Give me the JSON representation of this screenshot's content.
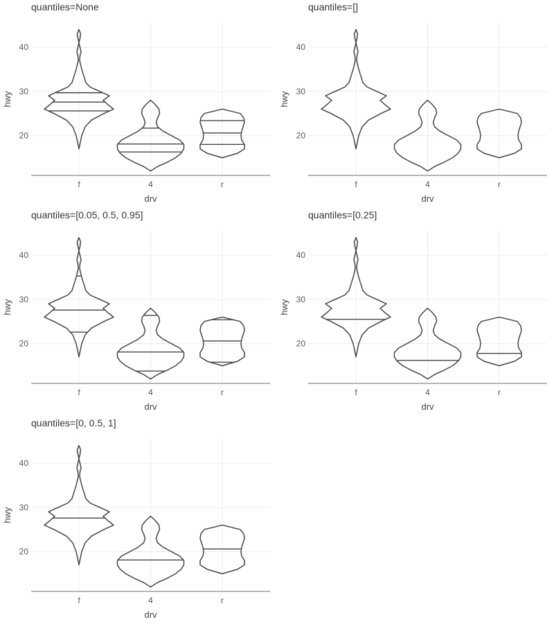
{
  "chart_data": [
    {
      "type": "violin",
      "title": "quantiles=None",
      "xlabel": "drv",
      "ylabel": "hwy",
      "categories": [
        "f",
        "4",
        "r"
      ],
      "ylim": [
        11,
        45.5
      ],
      "yticks": [
        20,
        30,
        40
      ],
      "quantile_lines": [
        [
          25.6,
          27.6,
          29.7
        ],
        [
          16.3,
          18.1,
          21.7
        ],
        [
          18.0,
          20.6,
          23.4
        ]
      ]
    },
    {
      "type": "violin",
      "title": "quantiles=[]",
      "xlabel": "drv",
      "ylabel": "hwy",
      "categories": [
        "f",
        "4",
        "r"
      ],
      "ylim": [
        11,
        45.5
      ],
      "yticks": [
        20,
        30,
        40
      ],
      "quantile_lines": [
        [],
        [],
        []
      ]
    },
    {
      "type": "violin",
      "title": "quantiles=[0.05, 0.5, 0.95]",
      "xlabel": "drv",
      "ylabel": "hwy",
      "categories": [
        "f",
        "4",
        "r"
      ],
      "ylim": [
        11,
        45.5
      ],
      "yticks": [
        20,
        30,
        40
      ],
      "quantile_lines": [
        [
          22.6,
          27.6,
          35.3
        ],
        [
          13.8,
          18.1,
          26.4
        ],
        [
          15.8,
          20.6,
          25.4
        ]
      ]
    },
    {
      "type": "violin",
      "title": "quantiles=[0.25]",
      "xlabel": "drv",
      "ylabel": "hwy",
      "categories": [
        "f",
        "4",
        "r"
      ],
      "ylim": [
        11,
        45.5
      ],
      "yticks": [
        20,
        30,
        40
      ],
      "quantile_lines": [
        [
          25.5
        ],
        [
          16.2
        ],
        [
          17.8
        ]
      ]
    },
    {
      "type": "violin",
      "title": "quantiles=[0, 0.5, 1]",
      "xlabel": "drv",
      "ylabel": "hwy",
      "categories": [
        "f",
        "4",
        "r"
      ],
      "ylim": [
        11,
        45.5
      ],
      "yticks": [
        20,
        30,
        40
      ],
      "quantile_lines": [
        [
          17,
          27.6,
          44
        ],
        [
          12,
          18.1,
          28
        ],
        [
          15,
          20.6,
          26
        ]
      ]
    }
  ]
}
